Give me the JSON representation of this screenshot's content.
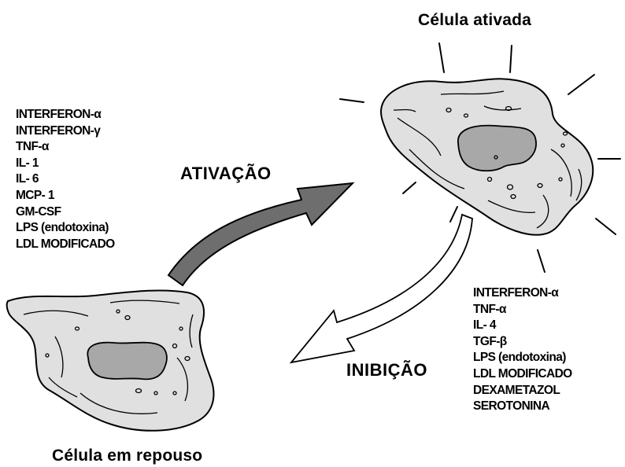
{
  "diagram": {
    "activated_cell_title": "Célula ativada",
    "resting_cell_title": "Célula em repouso",
    "activation_label": "ATIVAÇÃO",
    "inhibition_label": "INIBIÇÃO",
    "activators": [
      "INTERFERON-α",
      "INTERFERON-γ",
      "TNF-α",
      "IL- 1",
      "IL- 6",
      "MCP- 1",
      "GM-CSF",
      "LPS (endotoxina)",
      "LDL MODIFICADO"
    ],
    "inhibitors": [
      "INTERFERON-α",
      "TNF-α",
      "IL- 4",
      "TGF-β",
      "LPS (endotoxina)",
      "LDL MODIFICADO",
      "DEXAMETAZOL",
      "SEROTONINA"
    ]
  },
  "colors": {
    "cell_fill": "#e0e0e0",
    "nucleus_fill": "#a8a8a8",
    "activation_arrow": "#6e6e6e",
    "inhibition_arrow": "#ffffff",
    "stroke": "#000000"
  }
}
